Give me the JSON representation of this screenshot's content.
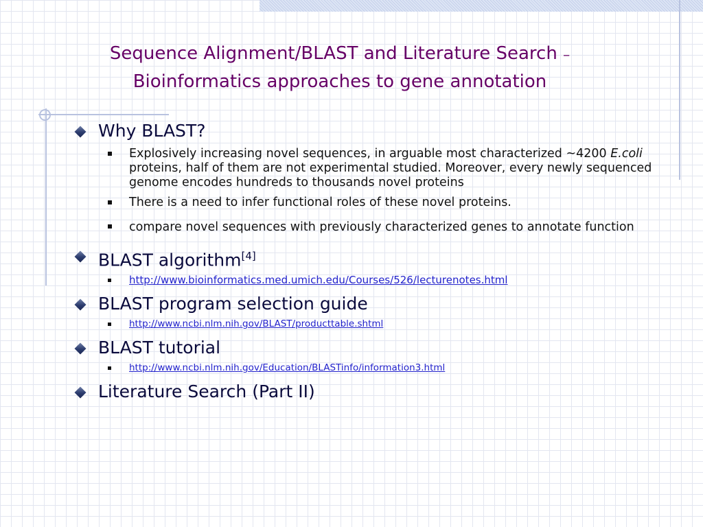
{
  "slide": {
    "title_line1": "Sequence Alignment/BLAST and Literature Search ",
    "title_dash": "–",
    "title_line2": "Bioinformatics approaches to gene annotation",
    "sections": [
      {
        "heading": "Why BLAST?",
        "bullets": [
          {
            "part1": "Explosively increasing novel sequences, in arguable most characterized ~4200 ",
            "italic": "E.coli",
            "part2": " proteins, half of them are not experimental studied. Moreover, every newly sequenced genome encodes hundreds to thousands novel proteins"
          },
          {
            "text": "There is a need to infer functional roles of these novel proteins."
          },
          {
            "text": "compare novel sequences with previously characterized genes to annotate function"
          }
        ]
      },
      {
        "heading": "BLAST algorithm",
        "heading_sup": "[4]",
        "link": "http://www.bioinformatics.med.umich.edu/Courses/526/lecturenotes.html"
      },
      {
        "heading": "BLAST program selection guide",
        "link": "http://www.ncbi.nlm.nih.gov/BLAST/producttable.shtml"
      },
      {
        "heading": "BLAST tutorial",
        "link": "http://www.ncbi.nlm.nih.gov/Education/BLASTinfo/information3.html"
      },
      {
        "heading": "Literature Search (Part II)"
      }
    ]
  },
  "colors": {
    "title": "#660066",
    "heading": "#0a0a3c",
    "link": "#2222cc",
    "grid": "#e3e6f0",
    "decor": "#b8c2df"
  }
}
